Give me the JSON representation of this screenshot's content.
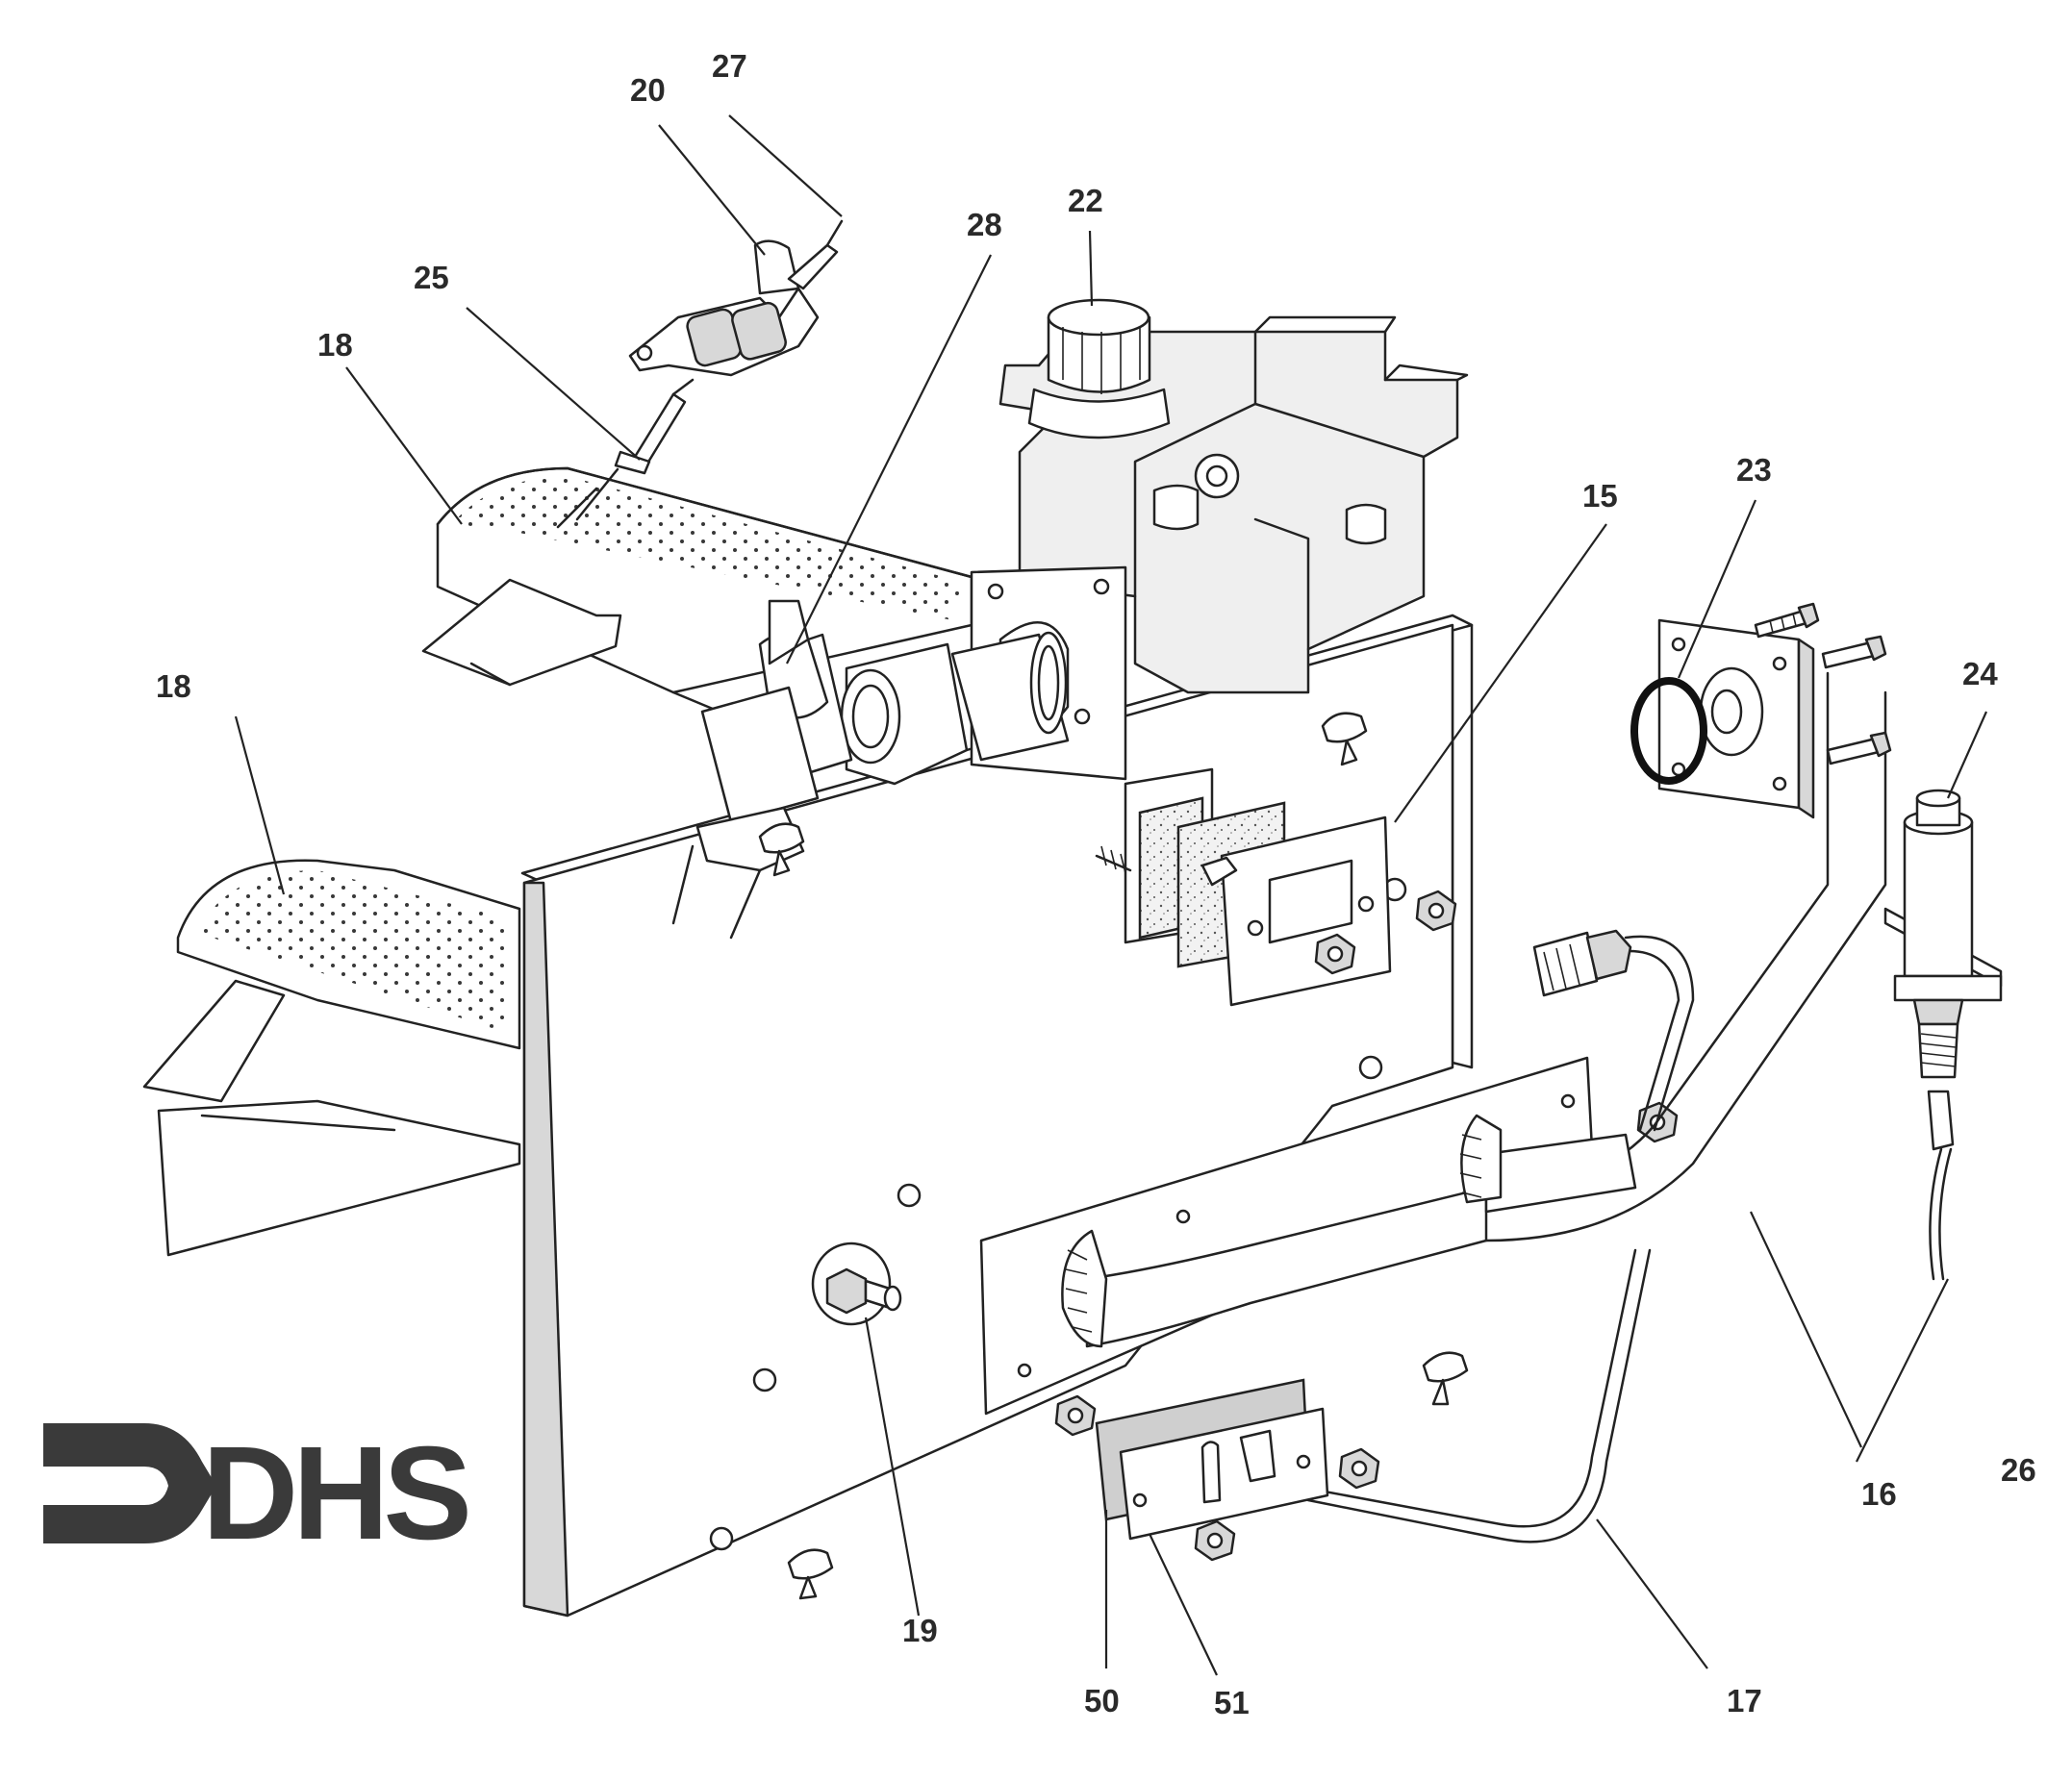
{
  "logo": {
    "text": "DHS",
    "color": "#3a3a3a"
  },
  "callouts": {
    "c15": "15",
    "c16": "16",
    "c17": "17",
    "c18a": "18",
    "c18b": "18",
    "c19": "19",
    "c20": "20",
    "c22": "22",
    "c23": "23",
    "c24": "24",
    "c25": "25",
    "c26": "26",
    "c27": "27",
    "c28": "28",
    "c50": "50",
    "c51": "51"
  }
}
